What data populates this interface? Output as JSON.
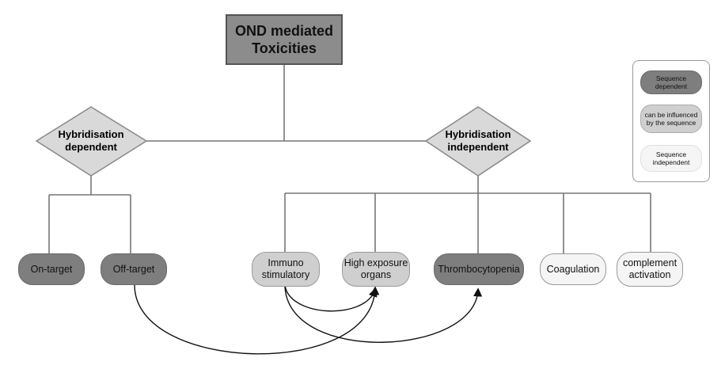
{
  "root": "OND mediated\nToxicities",
  "branches": {
    "dependent": "Hybridisation\ndependent",
    "independent": "Hybridisation\nindependent"
  },
  "nodes": {
    "on_target": "On-target",
    "off_target": "Off-target",
    "immuno": "Immuno\nstimulatory",
    "high_exposure": "High exposure\norgans",
    "thrombo": "Thrombocytopenia",
    "coagulation": "Coagulation",
    "complement": "complement\nactivation"
  },
  "legend": {
    "dependent": "Sequence\ndependent",
    "influenced": "can be influenced\nby the sequence",
    "independent": "Sequence\nindependent"
  },
  "colors": {
    "sequence_dependent": "#7e7e7e",
    "influenced": "#cfcfcf",
    "sequence_independent": "#f5f5f5"
  }
}
